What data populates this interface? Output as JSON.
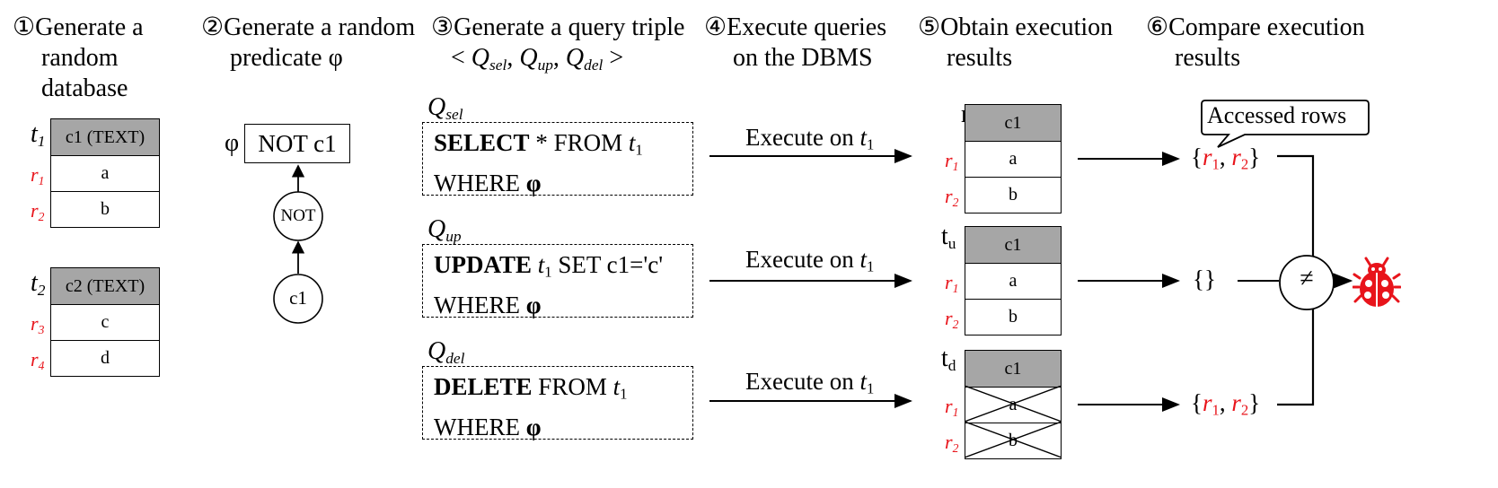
{
  "steps": [
    {
      "num": "①",
      "line1": "Generate a",
      "line2": "random",
      "line3": "database"
    },
    {
      "num": "②",
      "line1": "Generate a random",
      "line2": "predicate φ"
    },
    {
      "num": "③",
      "line1": "Generate a query triple",
      "line2_open": "< ",
      "q_sel": "Q",
      "q_sel_sub": "sel",
      "q_up": "Q",
      "q_up_sub": "up",
      "q_del": "Q",
      "q_del_sub": "del",
      "comma": ", ",
      "line2_close": " >"
    },
    {
      "num": "④",
      "line1": "Execute queries",
      "line2": "on the DBMS"
    },
    {
      "num": "⑤",
      "line1": "Obtain execution",
      "line2": "results"
    },
    {
      "num": "⑥",
      "line1": "Compare execution",
      "line2": "results"
    }
  ],
  "database": {
    "t1": {
      "name": "t",
      "sub": "1",
      "header": "c1 (TEXT)",
      "rows": [
        {
          "label": "r",
          "lsub": "1",
          "value": "a"
        },
        {
          "label": "r",
          "lsub": "2",
          "value": "b"
        }
      ]
    },
    "t2": {
      "name": "t",
      "sub": "2",
      "header": "c2 (TEXT)",
      "rows": [
        {
          "label": "r",
          "lsub": "3",
          "value": "c"
        },
        {
          "label": "r",
          "lsub": "4",
          "value": "d"
        }
      ]
    }
  },
  "predicate": {
    "phi": "φ",
    "expr": "NOT c1",
    "node_not": "NOT",
    "node_c1": "c1"
  },
  "queries": [
    {
      "name": "Q",
      "sub": "sel",
      "kw": "SELECT",
      "rest1": " * FROM ",
      "tbl": "t",
      "tsub": "1",
      "line2": "WHERE ",
      "phi": "φ",
      "exec": "Execute on ",
      "exec_t": "t",
      "exec_sub": "1"
    },
    {
      "name": "Q",
      "sub": "up",
      "kw": "UPDATE",
      "rest1a": " ",
      "tbl": "t",
      "tsub": "1",
      "rest1b": " SET c1='c'",
      "line2": "WHERE ",
      "phi": "φ",
      "exec": "Execute on ",
      "exec_t": "t",
      "exec_sub": "1"
    },
    {
      "name": "Q",
      "sub": "del",
      "kw": "DELETE",
      "rest1": " FROM ",
      "tbl": "t",
      "tsub": "1",
      "line2": "WHERE ",
      "phi": "φ",
      "exec": "Execute on ",
      "exec_t": "t",
      "exec_sub": "1"
    }
  ],
  "results": [
    {
      "label": "rs",
      "label_sub": "",
      "header": "c1",
      "rows": [
        {
          "label": "r",
          "lsub": "1",
          "value": "a"
        },
        {
          "label": "r",
          "lsub": "2",
          "value": "b"
        }
      ],
      "accessed": "{r1, r2}"
    },
    {
      "label": "t",
      "label_sub": "u",
      "header": "c1",
      "rows": [
        {
          "label": "r",
          "lsub": "1",
          "value": "a"
        },
        {
          "label": "r",
          "lsub": "2",
          "value": "b"
        }
      ],
      "accessed": "{}"
    },
    {
      "label": "t",
      "label_sub": "d",
      "header": "c1",
      "rows": [
        {
          "label": "r",
          "lsub": "1",
          "value": "a"
        },
        {
          "label": "r",
          "lsub": "2",
          "value": "b"
        }
      ],
      "accessed": "{r1, r2}"
    }
  ],
  "accessed_rows_callout": "Accessed rows",
  "compare_symbol": "≠",
  "bug_icon": "ladybug-icon",
  "colors": {
    "row_label": "#e8141b",
    "header_fill": "#a6a6a6",
    "bug": "#e8141b"
  }
}
